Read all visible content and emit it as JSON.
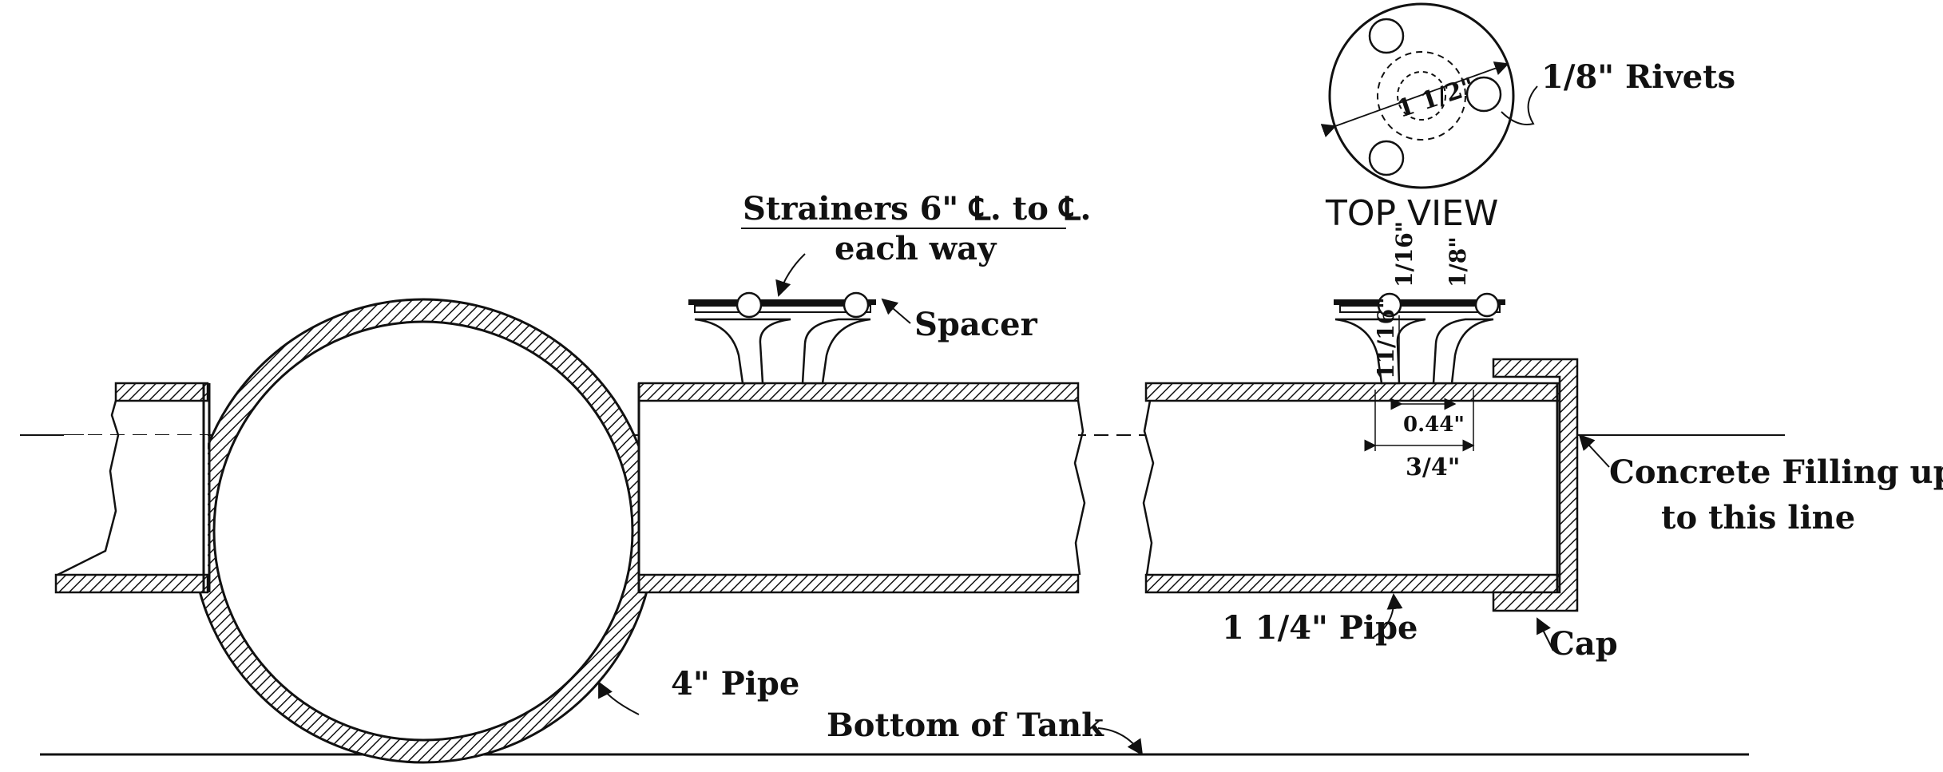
{
  "labels": {
    "rivets": "1/8\" Rivets",
    "top_view": "TOP VIEW",
    "top_dia": "1 1/2\"",
    "strainers_line1": "Strainers 6\" ℄. to ℄.",
    "strainers_line2": "each way",
    "spacer": "Spacer",
    "dim_1_16": "1/16\"",
    "dim_1_8": "1/8\"",
    "dim_11_16": "11/16\"",
    "dim_0_44": "0.44\"",
    "dim_3_4": "3/4\"",
    "concrete_line1": "Concrete Filling up",
    "concrete_line2": "to this line",
    "pipe_small": "1 1/4\" Pipe",
    "cap": "Cap",
    "pipe_large": "4\" Pipe",
    "bottom": "Bottom of Tank"
  },
  "colors": {
    "ink": "#111111",
    "paper": "#ffffff"
  }
}
